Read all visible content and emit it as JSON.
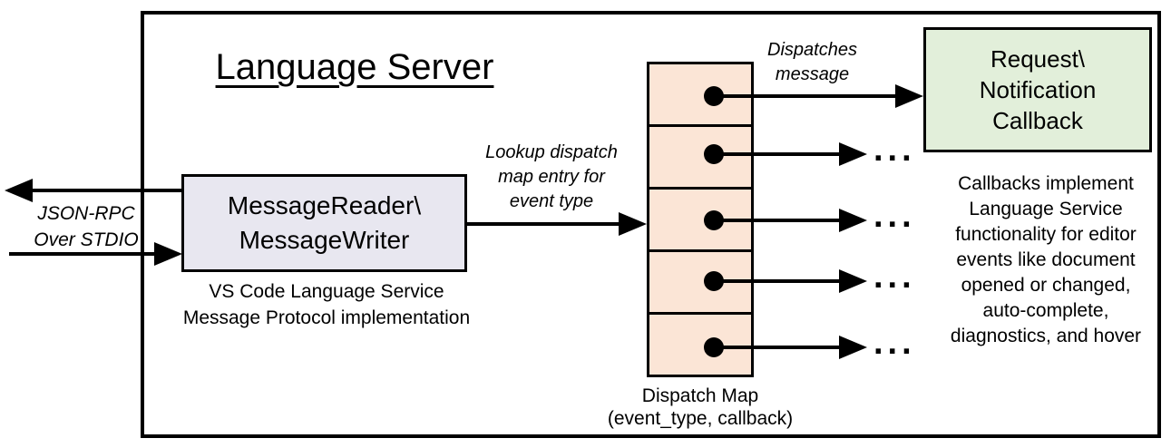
{
  "title": "Language Server",
  "io_label": {
    "line1": "JSON-RPC",
    "line2": "Over STDIO"
  },
  "reader_box": {
    "line1": "MessageReader\\",
    "line2": "MessageWriter",
    "caption_line1": "VS Code Language Service",
    "caption_line2": "Message Protocol implementation"
  },
  "lookup_label": {
    "line1": "Lookup dispatch",
    "line2": "map entry for",
    "line3": "event type"
  },
  "dispatch_label": {
    "line1": "Dispatches",
    "line2": "message"
  },
  "callback_box": {
    "line1": "Request\\",
    "line2": "Notification",
    "line3": "Callback"
  },
  "callbacks_note": {
    "lines": [
      "Callbacks implement",
      "Language Service",
      "functionality for editor",
      "events like document",
      "opened or changed,",
      "auto-complete,",
      "diagnostics, and hover"
    ]
  },
  "dispatch_map": {
    "caption_line1": "Dispatch Map",
    "caption_line2": "(event_type, callback)",
    "row_count": 5
  },
  "ellipsis": "...",
  "colors": {
    "reader_fill": "#e8e7f0",
    "dispatch_map_fill": "#fbe5d6",
    "callback_fill": "#e2efda",
    "stroke": "#000000",
    "background": "#ffffff"
  }
}
